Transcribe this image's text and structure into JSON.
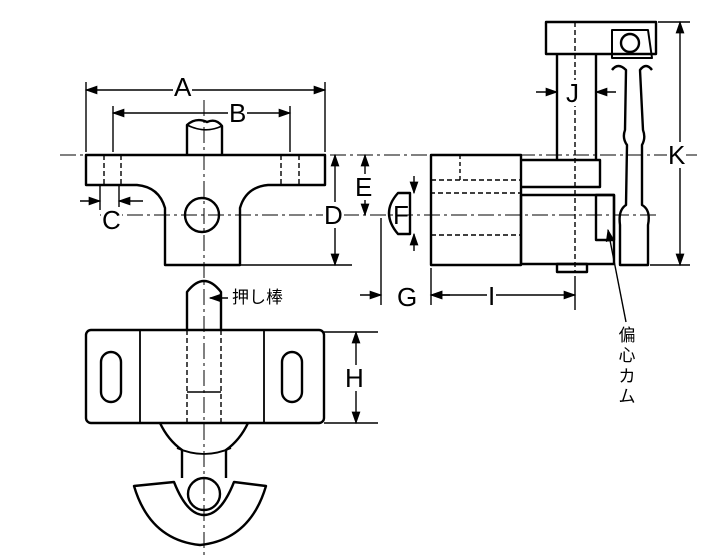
{
  "dimensions": {
    "A": "A",
    "B": "B",
    "C": "C",
    "D": "D",
    "E": "E",
    "F": "F",
    "G": "G",
    "H": "H",
    "I": "I",
    "J": "J",
    "K": "K"
  },
  "notes": {
    "push_rod": "押し棒",
    "eccentric_cam": "偏心カム"
  }
}
